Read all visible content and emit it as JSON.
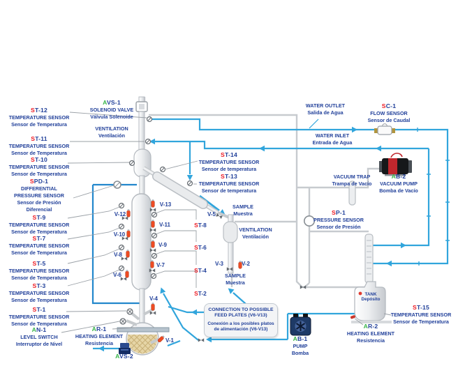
{
  "colors": {
    "navy": "#21409a",
    "red": "#ed1c24",
    "green": "#3ab54a",
    "cyan": "#31a5dc",
    "blue": "#2287cc",
    "glass_gray": "#c7cbcf"
  },
  "labels": {
    "st12": {
      "p": "S",
      "c": "T-12",
      "en": "TEMPERATURE SENSOR",
      "es": "Sensor de Temperatura"
    },
    "st11": {
      "p": "S",
      "c": "T-11",
      "en": "TEMPERATURE SENSOR",
      "es": "Sensor de Temperatura"
    },
    "st10": {
      "p": "S",
      "c": "T-10",
      "en": "TEMPERATURE SENSOR",
      "es": "Sensor de Temperatura"
    },
    "spd1": {
      "p": "S",
      "c": "PD-1",
      "en1": "DIFFERENTIAL",
      "en2": "PRESSURE SENSOR",
      "es1": "Sensor de Presión",
      "es2": "Diferencial"
    },
    "st9": {
      "p": "S",
      "c": "T-9",
      "en": "TEMPERATURE SENSOR",
      "es": "Sensor de Temperatura"
    },
    "st7": {
      "p": "S",
      "c": "T-7",
      "en": "TEMPERATURE SENSOR",
      "es": "Sensor de Temperatura"
    },
    "st5": {
      "p": "S",
      "c": "T-5",
      "en": "TEMPERATURE SENSOR",
      "es": "Sensor de Temperatura"
    },
    "st3": {
      "p": "S",
      "c": "T-3",
      "en": "TEMPERATURE SENSOR",
      "es": "Sensor de Temperatura"
    },
    "st1": {
      "p": "S",
      "c": "T-1",
      "en": "TEMPERATURE SENSOR",
      "es": "Sensor de Temperatura"
    },
    "an1": {
      "p": "A",
      "c": "N-1",
      "en": "LEVEL SWITCH",
      "es": "Interruptor de Nivel"
    },
    "avs1": {
      "p": "A",
      "c": "VS-1",
      "en": "SOLENOID VALVE",
      "es": "Válvula Solenoide"
    },
    "vent_top": {
      "en": "VENTILATION",
      "es": "Ventilación"
    },
    "st14": {
      "p": "S",
      "c": "T-14",
      "en": "TEMPERATURE SENSOR",
      "es": "Sensor de temperatura"
    },
    "st13": {
      "p": "S",
      "c": "T-13",
      "en": "TEMPERATURE SENSOR",
      "es": "Sensor de temperatura"
    },
    "water_outlet": {
      "en": "WATER OUTLET",
      "es": "Salida de Agua"
    },
    "water_inlet": {
      "en": "WATER INLET",
      "es": "Entrada de Agua"
    },
    "sc1": {
      "p": "S",
      "c": "C-1",
      "en": "FLOW SENSOR",
      "es": "Sensor de Caudal"
    },
    "vacuum_trap": {
      "en": "VACUUM TRAP",
      "es": "Trampa de Vacío"
    },
    "ab2": {
      "p": "A",
      "c": "B-2",
      "en": "VACUUM PUMP",
      "es": "Bomba de Vacío"
    },
    "sp1": {
      "p": "S",
      "c": "P-1",
      "en": "PRESSURE SENSOR",
      "es": "Sensor de Presión"
    },
    "tank": {
      "en": "TANK",
      "es": "Depósito"
    },
    "st15": {
      "p": "S",
      "c": "T-15",
      "en": "TEMPERATURE SENSOR",
      "es": "Sensor de Temperatura"
    },
    "ar2": {
      "p": "A",
      "c": "R-2",
      "en": "HEATING ELEMENT",
      "es": "Resistencia"
    },
    "ab1": {
      "p": "A",
      "c": "B-1",
      "en": "PUMP",
      "es": "Bomba"
    },
    "ar1": {
      "p": "A",
      "c": "R-1",
      "en": "HEATING ELEMENT",
      "es": "Resistencia"
    },
    "avs2": {
      "p": "A",
      "c": "VS-2"
    },
    "sample_top": {
      "en": "SAMPLE",
      "es": "Muestra"
    },
    "vent_mid": {
      "en": "VENTILATION",
      "es": "Ventilación"
    },
    "sample_bottom": {
      "en": "SAMPLE",
      "es": "Muestra"
    },
    "st8": {
      "p": "S",
      "c": "T-8"
    },
    "st6": {
      "p": "S",
      "c": "T-6"
    },
    "st4": {
      "p": "S",
      "c": "T-4"
    },
    "st2": {
      "p": "S",
      "c": "T-2"
    },
    "feed_box": {
      "en1": "CONNECTION TO POSSIBLE",
      "en2": "FEED PLATES (V6-V13)",
      "es1": "Conexión a los posibles platos",
      "es2": "de alimentación (V6-V13)"
    }
  },
  "valves": {
    "v1": "V-1",
    "v2": "V-2",
    "v3": "V-3",
    "v4": "V-4",
    "v5": "V-5",
    "v6": "V-6",
    "v7": "V-7",
    "v8": "V-8",
    "v9": "V-9",
    "v10": "V-10",
    "v11": "V-11",
    "v12": "V-12",
    "v13": "V-13"
  }
}
